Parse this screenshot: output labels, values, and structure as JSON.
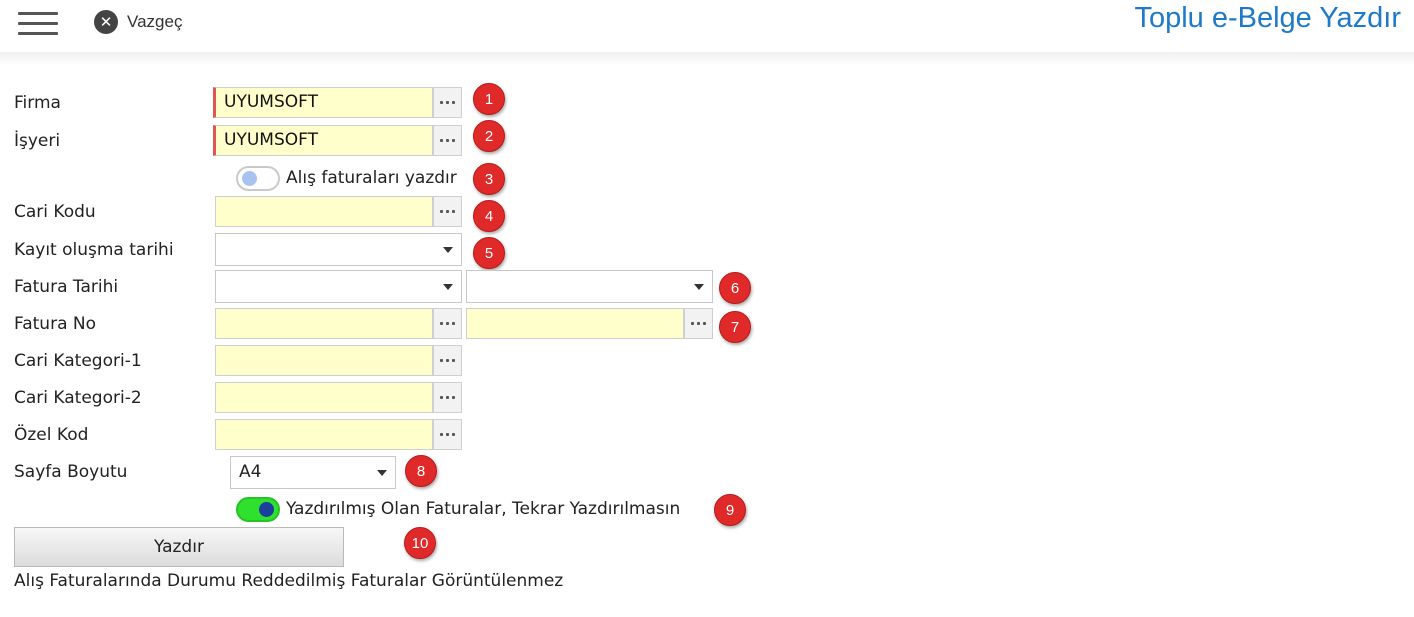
{
  "header": {
    "cancel_label": "Vazgeç",
    "title": "Toplu e-Belge Yazdır",
    "accent_color": "#1e7ac8"
  },
  "form": {
    "firma": {
      "label": "Firma",
      "value": "UYUMSOFT"
    },
    "isyeri": {
      "label": "İşyeri",
      "value": "UYUMSOFT"
    },
    "alis_toggle": {
      "label": "Alış faturaları yazdır",
      "checked": false
    },
    "cari_kodu": {
      "label": "Cari Kodu",
      "value": ""
    },
    "kayit_tarihi": {
      "label": "Kayıt oluşma tarihi",
      "value": ""
    },
    "fatura_tarihi": {
      "label": "Fatura Tarihi",
      "from": "",
      "to": ""
    },
    "fatura_no": {
      "label": "Fatura No",
      "from": "",
      "to": ""
    },
    "cari_kategori_1": {
      "label": "Cari Kategori-1",
      "value": ""
    },
    "cari_kategori_2": {
      "label": "Cari Kategori-2",
      "value": ""
    },
    "ozel_kod": {
      "label": "Özel Kod",
      "value": ""
    },
    "sayfa_boyutu": {
      "label": "Sayfa Boyutu",
      "value": "A4"
    },
    "tekrar_toggle": {
      "label": "Yazdırılmış Olan Faturalar, Tekrar Yazdırılmasın",
      "checked": true
    },
    "print_button": "Yazdır",
    "note": "Alış Faturalarında Durumu Reddedilmiş Faturalar Görüntülenmez"
  },
  "badges": [
    "1",
    "2",
    "3",
    "4",
    "5",
    "6",
    "7",
    "8",
    "9",
    "10"
  ],
  "colors": {
    "field_bg": "#ffffcc",
    "required_border": "#e05555",
    "badge": "#e02a2a",
    "toggle_on": "#2fe02f"
  }
}
